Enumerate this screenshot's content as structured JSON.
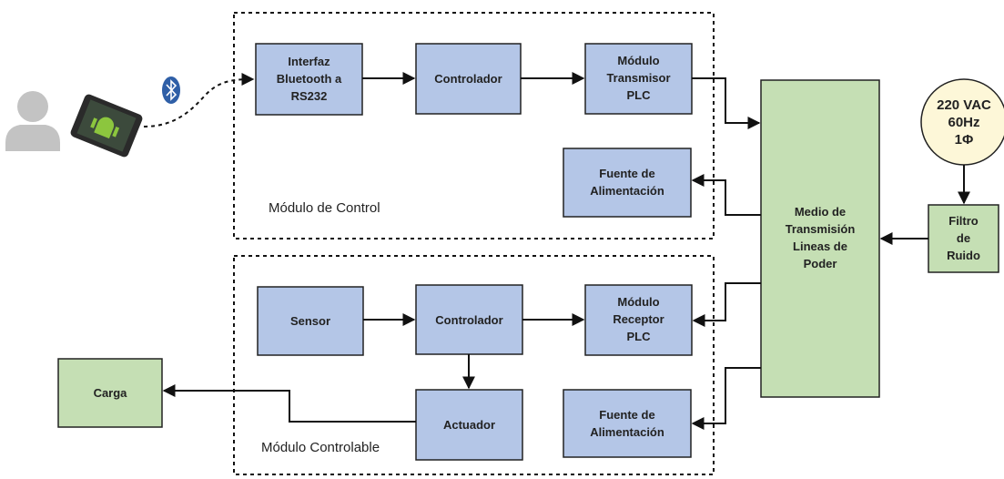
{
  "modules": {
    "control": "Módulo de Control",
    "controllable": "Módulo Controlable"
  },
  "blocks": {
    "interfaz": [
      "Interfaz",
      "Bluetooth a",
      "RS232"
    ],
    "controlador_top": [
      "Controlador"
    ],
    "transmisor": [
      "Módulo",
      "Transmisor",
      "PLC"
    ],
    "fuente_top": [
      "Fuente de",
      "Alimentación"
    ],
    "medio": [
      "Medio de",
      "Transmisión",
      "Lineas de",
      "Poder"
    ],
    "filtro": [
      "Filtro",
      "de",
      "Ruido"
    ],
    "sensor": [
      "Sensor"
    ],
    "controlador_bottom": [
      "Controlador"
    ],
    "receptor": [
      "Módulo",
      "Receptor",
      "PLC"
    ],
    "actuador": [
      "Actuador"
    ],
    "fuente_bottom": [
      "Fuente de",
      "Alimentación"
    ],
    "carga": [
      "Carga"
    ]
  },
  "source": [
    "220 VAC",
    "60Hz",
    "1Φ"
  ],
  "colors": {
    "block_blue": "#b4c6e7",
    "block_green": "#c5dfb4",
    "source_fill": "#fdf7d8"
  },
  "icons": [
    "user-icon",
    "android-tablet-icon",
    "bluetooth-icon"
  ]
}
